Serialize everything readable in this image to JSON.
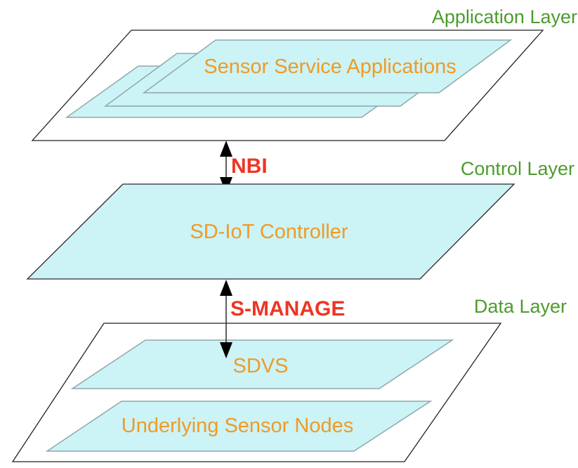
{
  "diagram": {
    "layers": [
      {
        "id": "application",
        "label": "Application Layer",
        "panels": [
          "Sensor Service Applications"
        ]
      },
      {
        "id": "control",
        "label": "Control Layer",
        "panels": [
          "SD-IoT Controller"
        ]
      },
      {
        "id": "data",
        "label": "Data Layer",
        "panels": [
          "SDVS",
          "Underlying Sensor Nodes"
        ]
      }
    ],
    "interfaces": [
      {
        "id": "nbi",
        "label": "NBI",
        "icon": "double-headed-vertical-arrow"
      },
      {
        "id": "s-manage",
        "label": "S-MANAGE",
        "icon": "double-headed-vertical-arrow"
      }
    ],
    "colors": {
      "layer_label_green": "#4d9b2e",
      "panel_label_orange": "#ee9b27",
      "interface_label_red": "#ee3524",
      "panel_fill_cyan": "#ccf3f5",
      "panel_stroke_gray": "#8fa8ab",
      "plane_stroke_dark": "#222222",
      "arrow_black": "#000000",
      "background": "#ffffff"
    }
  }
}
